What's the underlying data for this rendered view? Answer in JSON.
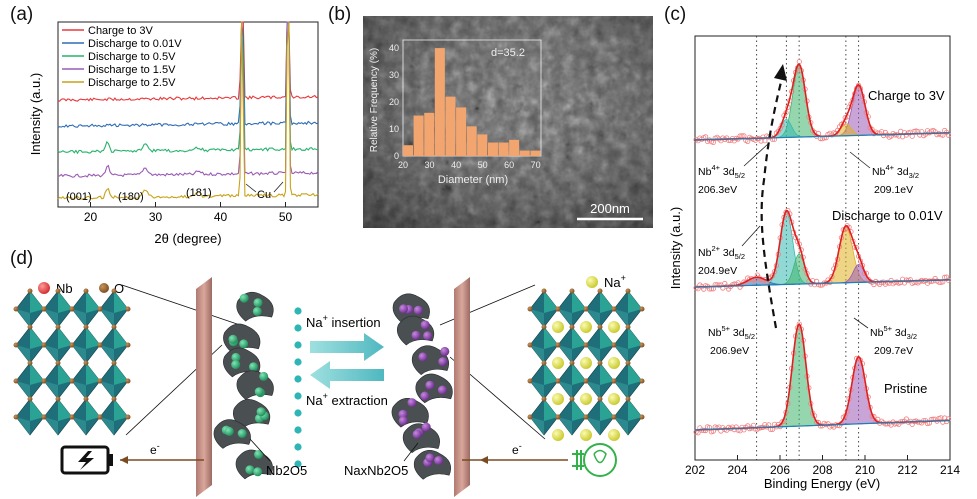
{
  "panel_a": {
    "letter": "(a)",
    "xlabel": "2θ (degree)",
    "ylabel": "Intensity (a.u.)",
    "xticks": [
      "20",
      "30",
      "40",
      "50"
    ],
    "legend": [
      {
        "label": "Charge to 3V",
        "color": "#e8393b"
      },
      {
        "label": "Discharge to 0.01V",
        "color": "#2f6db5"
      },
      {
        "label": "Discharge to 0.5V",
        "color": "#27b36b"
      },
      {
        "label": "Discharge to 1.5V",
        "color": "#9a5bb5"
      },
      {
        "label": "Discharge to 2.5V",
        "color": "#c9a219"
      }
    ],
    "annotations": [
      "(001)",
      "(180)",
      "(181)",
      "Cu"
    ]
  },
  "panel_b": {
    "letter": "(b)",
    "inset_ylabel": "Relative Frequency (%)",
    "inset_xlabel": "Diameter (nm)",
    "inset_yticks": [
      "0",
      "10",
      "20",
      "30",
      "40"
    ],
    "inset_xticks": [
      "20",
      "30",
      "40",
      "50",
      "60",
      "70"
    ],
    "mean_label": "d=35.2",
    "scale_bar": "200nm",
    "histogram_color": "#f2a56f"
  },
  "panel_c": {
    "letter": "(c)",
    "xlabel": "Binding Energy (eV)",
    "ylabel": "Intensity (a.u.)",
    "xticks": [
      "202",
      "204",
      "206",
      "208",
      "210",
      "212",
      "214"
    ],
    "spectra": [
      "Charge to 3V",
      "Discharge to 0.01V",
      "Pristine"
    ],
    "peak_labels": [
      {
        "ion": "Nb",
        "sup": "4+",
        "orb": " 3d",
        "sub": "5/2",
        "energy": "206.3eV"
      },
      {
        "ion": "Nb",
        "sup": "4+",
        "orb": " 3d",
        "sub": "3/2",
        "energy": "209.1eV"
      },
      {
        "ion": "Nb",
        "sup": "2+",
        "orb": " 3d",
        "sub": "5/2",
        "energy": "204.9eV"
      },
      {
        "ion": "Nb",
        "sup": "5+",
        "orb": " 3d",
        "sub": "5/2",
        "energy": "206.9eV"
      },
      {
        "ion": "Nb",
        "sup": "5+",
        "orb": " 3d",
        "sub": "3/2",
        "energy": "209.7eV"
      }
    ]
  },
  "panel_d": {
    "letter": "(d)",
    "legend_nb": "Nb",
    "legend_o": "O",
    "legend_na": "Na",
    "legend_na_sup": "+",
    "insertion": "Na",
    "insertion_sup": "+",
    "insertion_rest": " insertion",
    "extraction": "Na",
    "extraction_sup": "+",
    "extraction_rest": " extraction",
    "electron_label": "e",
    "electron_sup": "-",
    "left_material": "Nb2O5",
    "right_material": "NaxNb2O5"
  }
}
